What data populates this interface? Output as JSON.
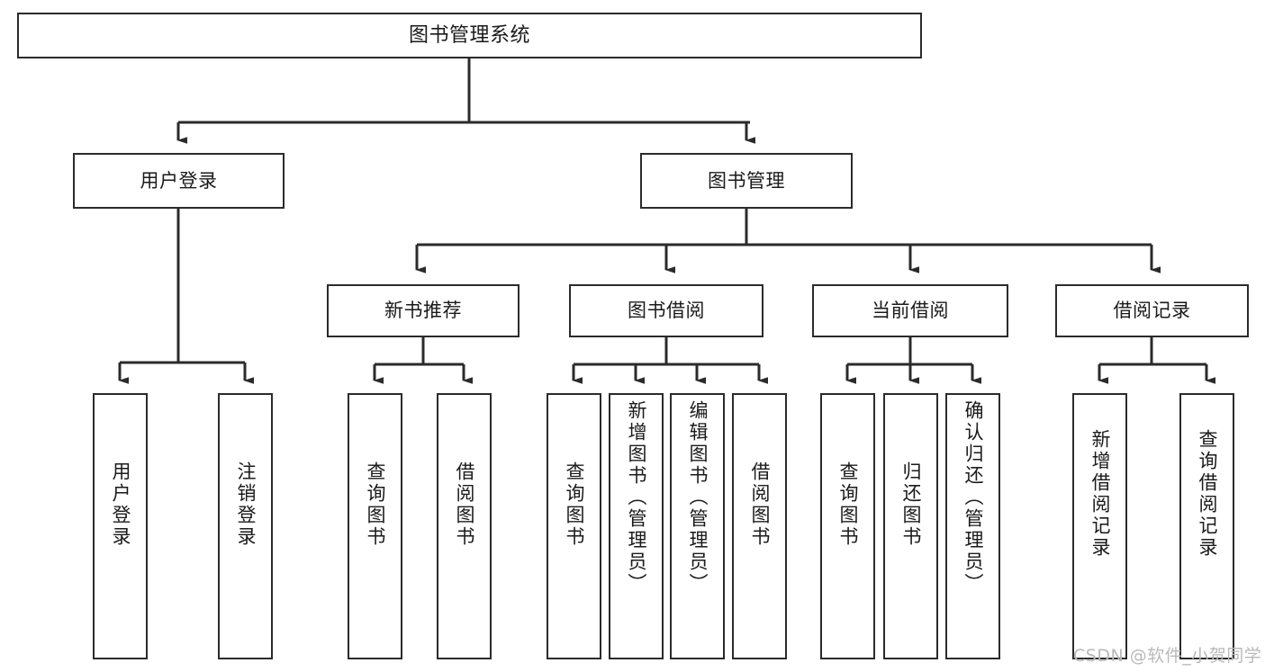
{
  "diagram": {
    "title": "图书管理系统",
    "type": "tree-hierarchy-chart",
    "root": {
      "id": "root",
      "label": "图书管理系统"
    },
    "level2": [
      {
        "id": "user-login",
        "label": "用户登录"
      },
      {
        "id": "book-manage",
        "label": "图书管理"
      }
    ],
    "level3": [
      {
        "id": "new-book-rec",
        "label": "新书推荐",
        "parent": "book-manage"
      },
      {
        "id": "book-borrow",
        "label": "图书借阅",
        "parent": "book-manage"
      },
      {
        "id": "current-borrow",
        "label": "当前借阅",
        "parent": "book-manage"
      },
      {
        "id": "borrow-record",
        "label": "借阅记录",
        "parent": "book-manage"
      }
    ],
    "leaves": [
      {
        "id": "leaf-user-login",
        "label": "用户登录",
        "parent": "user-login"
      },
      {
        "id": "leaf-logout",
        "label": "注销登录",
        "parent": "user-login"
      },
      {
        "id": "leaf-query-book-1",
        "label": "查询图书",
        "parent": "new-book-rec"
      },
      {
        "id": "leaf-borrow-book-1",
        "label": "借阅图书",
        "parent": "new-book-rec"
      },
      {
        "id": "leaf-query-book-2",
        "label": "查询图书",
        "parent": "book-borrow"
      },
      {
        "id": "leaf-add-book",
        "label": "新增图书（管理员）",
        "parent": "book-borrow"
      },
      {
        "id": "leaf-edit-book",
        "label": "编辑图书（管理员）",
        "parent": "book-borrow"
      },
      {
        "id": "leaf-borrow-book-2",
        "label": "借阅图书",
        "parent": "book-borrow"
      },
      {
        "id": "leaf-query-book-3",
        "label": "查询图书",
        "parent": "current-borrow"
      },
      {
        "id": "leaf-return-book",
        "label": "归还图书",
        "parent": "current-borrow"
      },
      {
        "id": "leaf-confirm-return",
        "label": "确认归还（管理员）",
        "parent": "current-borrow"
      },
      {
        "id": "leaf-add-record",
        "label": "新增借阅记录",
        "parent": "borrow-record"
      },
      {
        "id": "leaf-query-record",
        "label": "查询借阅记录",
        "parent": "borrow-record"
      }
    ],
    "watermark": "CSDN @软件_小贺同学",
    "colors": {
      "stroke": "#2b2b2b",
      "fill": "#ffffff",
      "text": "#1a1a1a",
      "watermark": "#b9b9b9"
    }
  }
}
